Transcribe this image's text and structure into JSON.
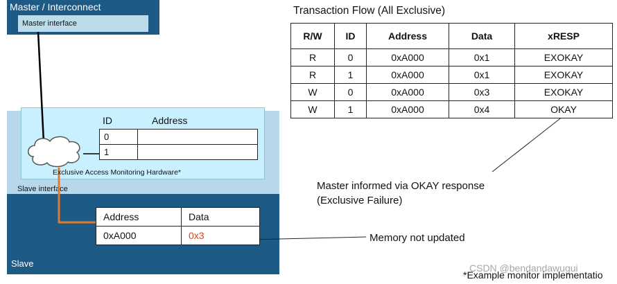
{
  "master": {
    "title": "Master / Interconnect",
    "interface_label": "Master interface"
  },
  "slave": {
    "label": "Slave",
    "interface_label": "Slave interface",
    "monitor_caption": "Exclusive Access Monitoring Hardware*",
    "monitor_table": {
      "headers": {
        "id": "ID",
        "address": "Address"
      },
      "rows": [
        {
          "id": "0",
          "address": ""
        },
        {
          "id": "1",
          "address": ""
        }
      ]
    },
    "memory_table": {
      "headers": {
        "address": "Address",
        "data": "Data"
      },
      "row": {
        "address": "0xA000",
        "data": "0x3"
      }
    }
  },
  "transactions": {
    "title": "Transaction Flow (All Exclusive)",
    "headers": [
      "R/W",
      "ID",
      "Address",
      "Data",
      "xRESP"
    ],
    "rows": [
      [
        "R",
        "0",
        "0xA000",
        "0x1",
        "EXOKAY"
      ],
      [
        "R",
        "1",
        "0xA000",
        "0x1",
        "EXOKAY"
      ],
      [
        "W",
        "0",
        "0xA000",
        "0x3",
        "EXOKAY"
      ],
      [
        "W",
        "1",
        "0xA000",
        "0x4",
        "OKAY"
      ]
    ]
  },
  "annotations": {
    "okay_note_line1": "Master informed via OKAY response",
    "okay_note_line2": "(Exclusive Failure)",
    "memory_note": "Memory not updated",
    "footnote": "*Example monitor implementatio",
    "watermark": "CSDN @bendandawugui"
  },
  "colors": {
    "block_blue": "#1d5a85",
    "interface_blue": "#b7d8ea",
    "monitor_cyan": "#c8f0ff",
    "wire_orange": "#e07a2e",
    "data_red": "#d24a1c"
  }
}
